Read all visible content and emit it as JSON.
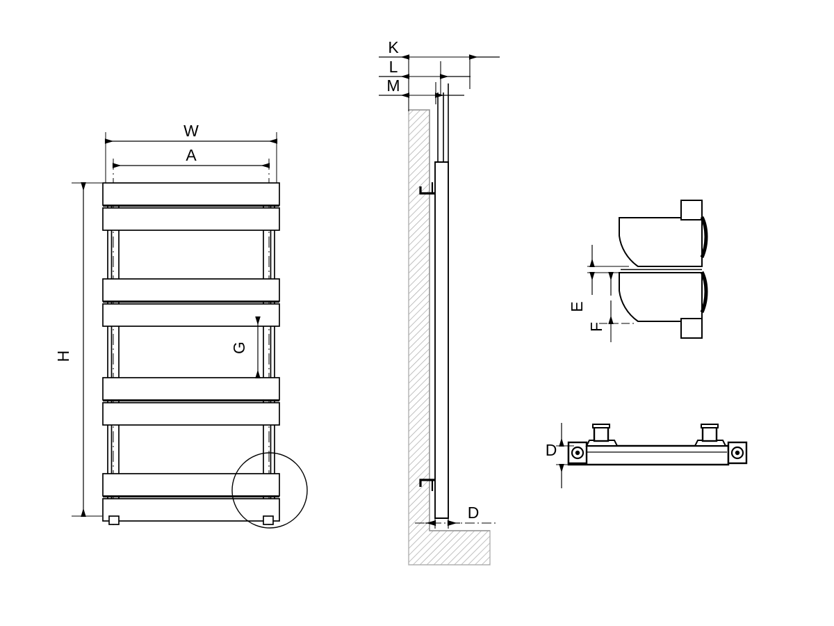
{
  "drawing": {
    "title": "Towel rail radiator dimensioned technical drawing",
    "line_color": "#000000",
    "background_color": "#ffffff",
    "hatch_color": "#b3b3b3",
    "stroke_width": 1.6,
    "thin_stroke_width": 1.0
  },
  "views": {
    "front": {
      "name": "front-elevation-view",
      "rungs": 5,
      "side_rails": 2,
      "detail_circle": true
    },
    "side": {
      "name": "side-section-view",
      "wall": "hatched",
      "floor": "hatched"
    },
    "detail_ef": {
      "name": "rail-profile-detail-view"
    },
    "detail_d": {
      "name": "bracket-plan-detail-view",
      "fixings": 2,
      "posts": 2
    }
  },
  "dimensions": {
    "W": {
      "label": "W",
      "view": "front",
      "orientation": "horizontal",
      "meaning": "overall width"
    },
    "A": {
      "label": "A",
      "view": "front",
      "orientation": "horizontal",
      "meaning": "rail centre width"
    },
    "H": {
      "label": "H",
      "view": "front",
      "orientation": "vertical",
      "meaning": "overall height"
    },
    "G": {
      "label": "G",
      "view": "front",
      "orientation": "vertical",
      "meaning": "rung pitch"
    },
    "K": {
      "label": "K",
      "view": "side",
      "orientation": "horizontal",
      "meaning": "wall to outer face"
    },
    "L": {
      "label": "L",
      "view": "side",
      "orientation": "horizontal",
      "meaning": "wall to tube centre"
    },
    "M": {
      "label": "M",
      "view": "side",
      "orientation": "horizontal",
      "meaning": "wall to inner face"
    },
    "D_side": {
      "label": "D",
      "view": "side",
      "orientation": "horizontal",
      "meaning": "tube depth"
    },
    "E": {
      "label": "E",
      "view": "detail_ef",
      "orientation": "vertical",
      "meaning": "rail gap"
    },
    "F": {
      "label": "F",
      "view": "detail_ef",
      "orientation": "vertical",
      "meaning": "rail height"
    },
    "D_plan": {
      "label": "D",
      "view": "detail_d",
      "orientation": "vertical",
      "meaning": "bracket depth"
    }
  },
  "labels": {
    "W": "W",
    "A": "A",
    "H": "H",
    "G": "G",
    "K": "K",
    "L": "L",
    "M": "M",
    "D_side": "D",
    "E": "E",
    "F": "F",
    "D_plan": "D"
  }
}
